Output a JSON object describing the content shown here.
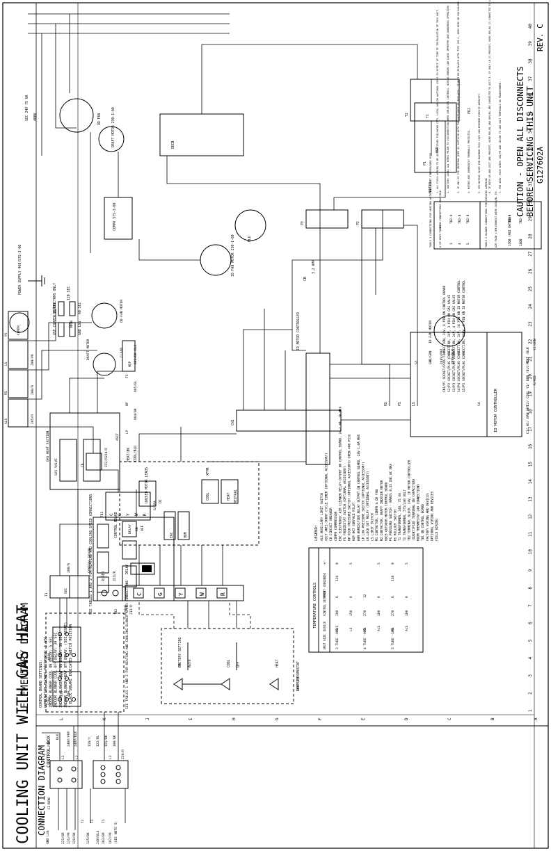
{
  "titles": {
    "main": "COOLING UNIT WITH GAS HEAT",
    "connection": "CONNECTION DIAGRAM",
    "elementary": "ELEMENTARY DIAGRAM",
    "caution_line1": "CAUTION - OPEN ALL DISCONNECTS",
    "caution_line2": "BEFORE SERVICING THIS UNIT",
    "part_number": "G127602A",
    "revision": "REV. C"
  },
  "connection_diagram": {
    "control_box": "CONTROL BOX",
    "labels": [
      "GND LUG",
      "C2/BRN",
      "PRP",
      "BLK",
      "T2",
      "T3",
      "T1",
      "L1",
      "L2",
      "L3",
      "220/O",
      "221/BR",
      "131/PR",
      "240V/PRP",
      "120/BK",
      "240V/BLK",
      "125/BK",
      "126/Y",
      "122/BL",
      "121/BK",
      "24V/BLU",
      "203/BR",
      "107/PR",
      "100/BK",
      "(SEE NOTE 5)",
      "575V",
      "460V",
      "575",
      "460",
      "230",
      "SEE TABLES 1 AND 2 FOR HEATING AND COOLING BLOWER SPEED CONNECTIONS",
      "TB2",
      "R/RED",
      "213/R",
      "T1",
      "SEC",
      "208/R",
      "CONTROL BOARD",
      "DELAY",
      "ON",
      "OFF",
      "TB1",
      "G/GRA",
      "CB",
      "212/R",
      "224/R",
      "ALS",
      "RS",
      "LS",
      "PS",
      "205/R",
      "206/R",
      "209/PR",
      "GAS VALVE",
      "GAS HEAT SECTION",
      "DRAFT MOTOR",
      "HSP",
      "CLEAR",
      "BLU",
      "OD FAN MOTOR",
      "ODCB",
      "COMPR",
      "LP",
      "HP",
      "FS",
      "804/BK",
      "805/BL",
      "802/BK",
      "ASCT"
    ],
    "tb1_terminals": [
      "C",
      "G",
      "Y",
      "W",
      "R"
    ]
  },
  "elementary_diagram": {
    "tb1_terminals": [
      "C",
      "G",
      "Y",
      "W",
      "R"
    ],
    "labels": [
      "ROOM THERMOSTAT",
      "ON",
      "AUTO",
      "COOL",
      "OFF",
      "HEAT",
      "SEE TABLES 1 AND 2 FOR HEATING AND COOLING SPEED CONNECTIONS",
      "R/RED",
      "213/R",
      "DELAY",
      "CONTROL BOARD",
      "EAC",
      "HUM",
      "UNUSED MOTOR LEADS",
      "DI",
      "HEAT/BK",
      "COOL/BLU",
      "NEUTRAL",
      "COOL",
      "HEAT",
      "CN1",
      "XFMR",
      "RS",
      "LS",
      "PS",
      "CB",
      "3.2 AMP",
      "ID MOTOR CONTROLLER",
      "P3",
      "P2",
      "P1",
      "HSP",
      "BLU",
      "ID FAN MOTOR 230-1-60",
      "DRAFT MOTOR 230-1-60",
      "OD FAN",
      "COMPR 575-3-60",
      "ODCB",
      "T2",
      "T1",
      "PRI",
      "SEC 24V 75 VA",
      "480V",
      "POWER SUPPLY 460/575-3-60",
      "USE COPPER CONDUCTORS ONLY",
      "GND LUG",
      "90 SEC",
      "60 SEC",
      "120 SEC",
      "180 SEC",
      "FACTORY SETTING"
    ],
    "board_settings": [
      "CONTROL BOARD SETTINGS:",
      "COMBUSTION BLOWER POSTPURGE: 5 SEC",
      "INDOOR BLOWER COOL ON DELAY: 5 SEC",
      "INDOOR BLOWER COOL OFF DELAY: 30 SEC",
      "INDOOR BLOWER HEAT ON DELAY: 30 SEC",
      "INDOOR BLOWER HEAT OFF DELAY: (SEE RIGHT)",
      "* BLACK SQUARE INDICATES SWITCH POSITION"
    ]
  },
  "line_numbers": [
    "1",
    "2",
    "3",
    "4",
    "5",
    "6",
    "7",
    "8",
    "9",
    "10",
    "11",
    "12",
    "13",
    "14",
    "15",
    "16",
    "17",
    "18",
    "19",
    "20",
    "21",
    "22",
    "23",
    "24",
    "25",
    "26",
    "27",
    "28",
    "29",
    "30",
    "31",
    "32",
    "33",
    "34",
    "35",
    "36",
    "37",
    "38",
    "39",
    "40"
  ],
  "column_letters": [
    "A",
    "B",
    "C",
    "D",
    "E",
    "F",
    "G",
    "H",
    "I",
    "J",
    "K",
    "L"
  ],
  "temperature_controls": {
    "title": "TEMPERATURE CONTROLS",
    "headers": [
      "UNIT SIZE",
      "DEVICE",
      "CONTROL SETPOINT (DEG F)",
      "OPEN",
      "CLOSE",
      "+/-"
    ],
    "rows": [
      [
        "3 TUBE -060",
        "ALS",
        "200",
        "6",
        "120",
        "9"
      ],
      [
        "",
        "LS",
        "150",
        "6",
        "",
        "5"
      ],
      [
        "4 TUBE -080",
        "RS",
        "270",
        "12",
        "",
        ""
      ],
      [
        "",
        "ALS",
        "160",
        "6",
        "",
        "5"
      ],
      [
        "5 TUBE -100",
        "RS",
        "270",
        "6",
        "130",
        "9"
      ],
      [
        "",
        "ALS",
        "160",
        "6",
        "",
        "5"
      ]
    ]
  },
  "legend": {
    "title": "LEGEND:",
    "items": [
      "ALS  AUXILIARY LIMIT SWITCH",
      "ASCT  ANTI-SHORT CYCLE TIMER (OPTIONAL ACCESSORY)",
      "CB  CIRCUIT BREAKER",
      "COMPR  COMPRESSOR",
      "EAC  ELECTRONIC AIR CLEANER RELAY OUTPUT ON CONTROL BOARD, 24-1.0A, 1A MAX",
      "FS  FREEZESTAT SWITCH (OPTIONAL ACCESSORY)",
      "HP  HIGH PRESSURE SWITCH (OPTIONAL ACCESSORY) OPEN 400 PSIG",
      "HSP  HOT SURFACE PILOT",
      "HUM  HUMIDIFIER RELAY OUTPUT ON CONTROL BOARD, 24V-1.0A MAX",
      "LP  LOW PRESSURE SWITCH (OPTIONAL ACCESSORY)",
      "LR  LOCK OUT RELAY (OPTIONAL ACCESSORY)",
      "LS  LIMIT SWITCH",
      "M1  CONTACTOR, COMPR & OD FAN",
      "M2  CONTACTOR, DRAFT INDUCER MOTOR",
      "ODCB  OUTDOOR MOTOR CONTROL BOARD",
      "PS  PRESSURE SWITCH - MAKES 0.33 INC WC MAX",
      "RS  ROLLOUT SWITCH",
      "T1  TRANSFORMER, 24V, 75 VA",
      "T2  TRANSFORMER, 575/240 VOLT",
      "TB2  TERMINAL BLOCK, 24V, ID MOTOR CONTROLLER",
      "(IDENTIFIED TERMINAL ON CAPACITOR)",
      "ROOM THERMOSTAT 24V CONNECTIONS",
      "TB1 ON CONTROL BOARD",
      "FACTORY WIRING AND DEVICES",
      "OPTIONAL WIRING AND DEVICES",
      "FIELD WIRING"
    ]
  },
  "plug_connections": [
    "CN1/P1  SOCKET/PLUG CONNECTION, 24V, 6 PIN ON CONTROL BOARD",
    "S2/P2  SOCKET/PLUG CONNECTION, 24V, 3 PIN ON GAS VALVE",
    "S3/P3  SOCKET/PLUG CONNECTION, 24V, 4 PIN ON GAS VALVE",
    "S4/P4  SOCKET/PLUG CONNECTION, 24V, 16 PIN ON ID MOTOR CONTROL",
    "S5/P5  SOCKET/PLUG CONNECTION, 230V, 5 PIN ON ID MOTOR CONTROL"
  ],
  "table1": {
    "title": "TABLE 1 CONNECTIONS FOR HEATING WITH MID-POINT TEMPERATURE RISE",
    "headers": [
      "# OF HEAT TUBES",
      "WIRE CONNECTIONS HEAT/BLK"
    ],
    "rows": [
      [
        "3",
        "TB2-A"
      ],
      [
        "4",
        "TB2-B"
      ],
      [
        "5",
        "TB2-B"
      ]
    ]
  },
  "table2": {
    "title": "TABLE 2 BLOWER CONNECTIONS FOR COOLING AIRFLOW",
    "headers": [
      "AIR FLOW (CFM)",
      "CONNECT WIRE COOL/BL TO:"
    ],
    "rows": [
      [
        "1500 (ARI RATING)",
        "TB2-A"
      ],
      [
        "1800",
        "TB2-B"
      ]
    ]
  },
  "notes": {
    "title": "NOTES:",
    "items": [
      "1. ALL FIELD WIRING TO BE ACCOMPLISHED FOLLOWING CITY, LOCAL AND/OR NATIONAL CODES IN EFFECT AT TIME OF INSTALLATION OF THIS UNIT.",
      "2. CAUTION: LABEL ALL WIRES PRIOR TO DISCONNECTION WHEN SERVICING CONTROLS. WIRING ERRORS CAN CAUSE IMPROPER AND DANGEROUS OPERATION.",
      "3. IF ANY OF THE ORIGINAL WIRE AS SUPPLIED WITH THE UNIT MUST BE REPLACED, IT MUST BE REPLACED WITH TYPE 105 C, 600V WIRE OR EQUIVALENT. CLEARLY RENUMBER WIRES AND VERIFY PROPER OPERATION AFTER SERVICING.",
      "4. MOTORS ARE INHERENTLY THERMALLY PROTECTED.",
      "5. SEE RATING PLATE FOR MAXIMUM FUSE SIZE AND MINIMUM CIRCUIT AMPACITY.",
      "6. IF BOTH LR AND ASCT ARE PRESENT, WIRE 801/BL AND 805/BL ARE CONNECTED TO ASCT-3. IF ONLY LR IS PRESENT, WIRE 801/BL IS CONNECTED TO LR COIL. IF ASCT ONLY IS PRESENT WIRE 202/Y IS CONNECTED TO ASCT-3. IF NEITHER LR OR ASCT ARE PRESENT, WIRE 806/BK IS CONNECTED TO M1 COIL.",
      "7. FOR 460V, MOVE WIRES 106/PR AND 120/BK TO 460 VOLT TERMINALS ON TRANSFORMER."
    ]
  },
  "id_motor_controller": {
    "title": "ID MOTOR CONTROLLER",
    "labels": [
      "ID FAN MOTOR",
      "S5",
      "S4",
      "GND/GRN",
      "240V/PRP",
      "240V/BLK",
      "C1/ W1/ BRN WHT",
      "C2/ COOL Y1/ BRN /BLU YEL",
      "HEAT /BLK",
      "R/RED",
      "Y2/GRN"
    ]
  }
}
